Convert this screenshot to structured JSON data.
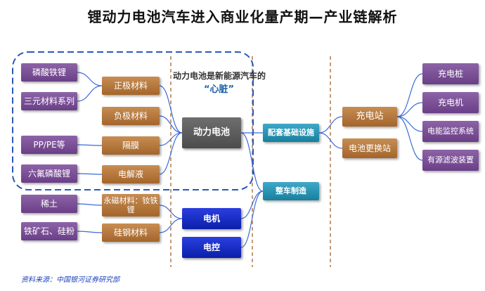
{
  "title": "锂动力电池汽车进入商业化量产期—产业链解析",
  "annotation": {
    "line1": "动力电池是新能源汽车的",
    "line2": "“心脏”"
  },
  "source": "资料来源：中国银河证券研究部",
  "colors": {
    "raw_material": "#7a4f96",
    "component": "#b87a3f",
    "battery": "#5a5a5a",
    "motor": "#1428c8",
    "assembly": "#2b96b6",
    "connector": "#3a6bd8",
    "dashed_highlight": "#2a58b8"
  },
  "diagram": {
    "raw_materials": [
      "磷酸铁锂",
      "三元材料系列",
      "PP/PE等",
      "六氟磷酸锂",
      "稀土",
      "铁矿石、硅粉"
    ],
    "components": [
      "正极材料",
      "负极材料",
      "隔膜",
      "电解液",
      "永磁材料：钕铁锂",
      "硅钢材料"
    ],
    "core": {
      "battery": "动力电池",
      "motor": "电机",
      "control": "电控"
    },
    "midstream": {
      "infrastructure": "配套基础设施",
      "vehicle": "整车制造"
    },
    "services": [
      "充电站",
      "电池更换站"
    ],
    "equipment": [
      "充电桩",
      "充电机",
      "电能监控系统",
      "有源滤波装置"
    ]
  }
}
